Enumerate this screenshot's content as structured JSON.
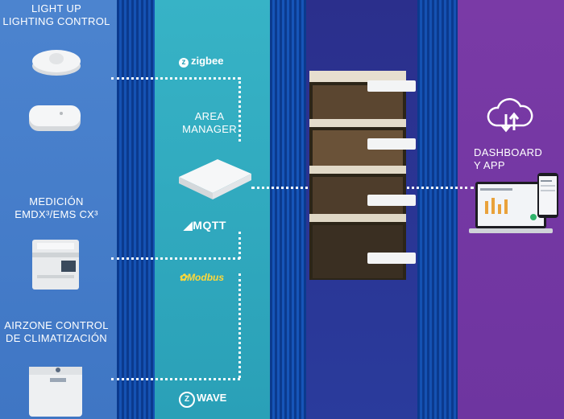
{
  "devices": {
    "light_up": {
      "line1": "LIGHT UP",
      "line2": "LIGHTING CONTROL"
    },
    "medicion": {
      "line1": "MEDICIÓN",
      "line2": "EMDX³/EMS CX³"
    },
    "airzone": {
      "line1": "AIRZONE CONTROL",
      "line2": "DE CLIMATIZACIÓN"
    }
  },
  "center": {
    "area_manager": {
      "line1": "AREA",
      "line2": "MANAGER"
    }
  },
  "protocols": {
    "zigbee": "zigbee",
    "mqtt": "MQTT",
    "modbus": "Modbus",
    "zwave": "WAVE"
  },
  "dashboard": {
    "line1": "DASHBOARD",
    "line2": "Y APP"
  },
  "icons": [
    "motion-sensor-icon",
    "switch-icon",
    "energy-meter-icon",
    "thermostat-controller-icon",
    "gateway-icon",
    "cloud-sync-icon",
    "laptop-icon",
    "phone-icon",
    "building-icon"
  ],
  "colors": {
    "left": "#4a80cc",
    "teal": "#35afc3",
    "center": "#2b338f",
    "right": "#7438a3",
    "stripe": "#0b3a8e"
  }
}
